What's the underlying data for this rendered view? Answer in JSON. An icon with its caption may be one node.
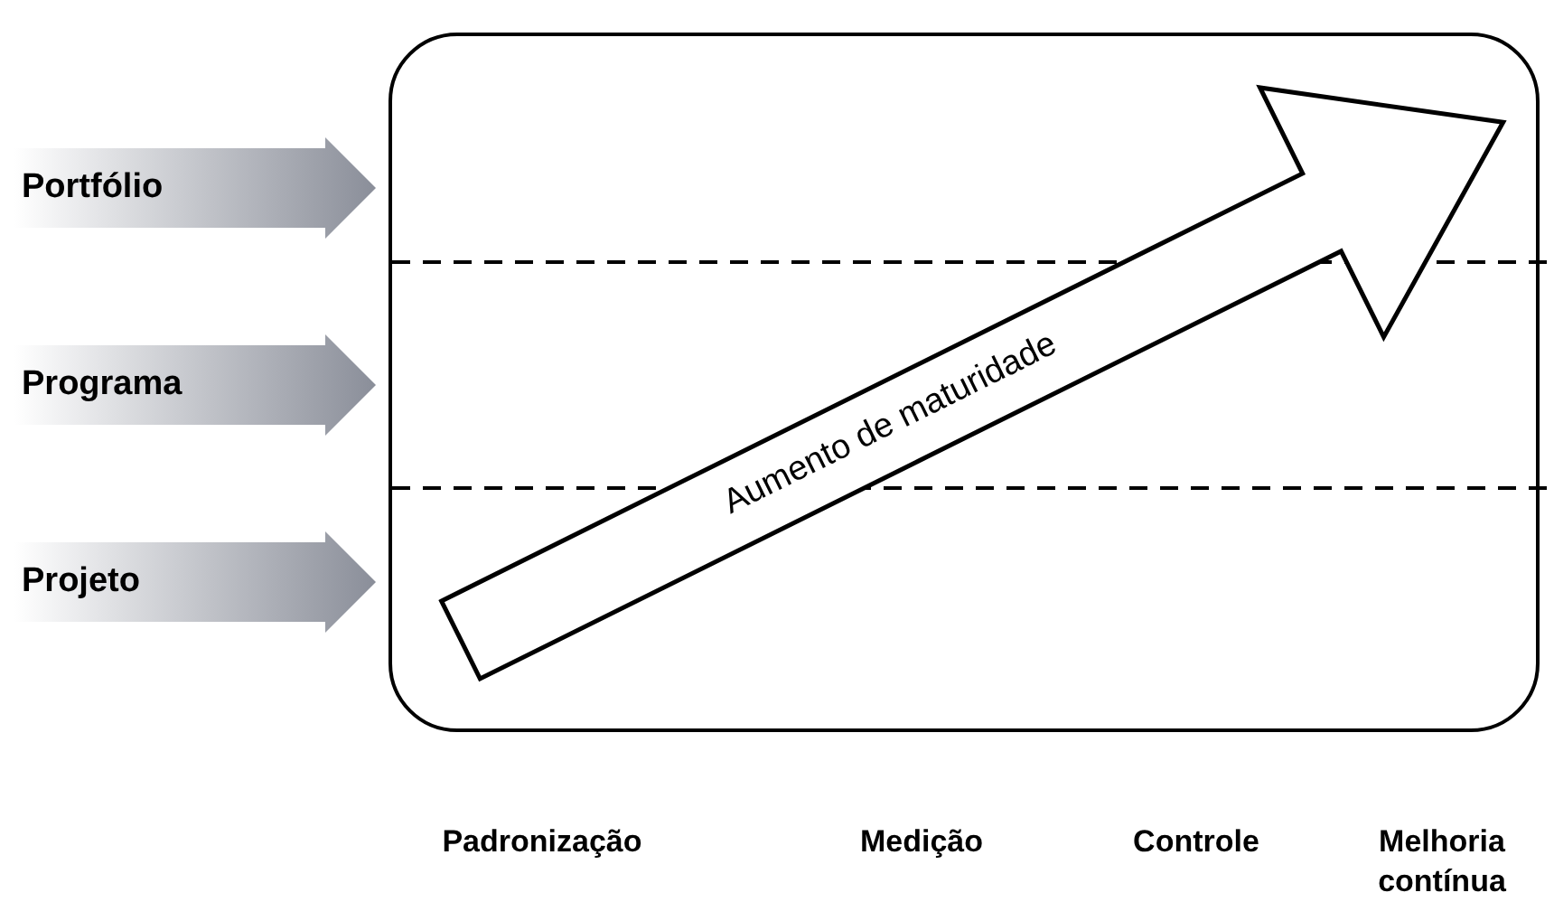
{
  "diagram": {
    "nodes": [
      {
        "text": [
          "Portfólio"
        ]
      },
      {
        "text": [
          "Programa"
        ]
      },
      {
        "text": [
          "Projeto"
        ]
      },
      {
        "text": [],
        "shape": "box"
      },
      {
        "text": [
          "Aumento de maturidade"
        ],
        "in": 3
      }
    ],
    "labels": [
      "Padronização",
      "Medição",
      "Controle",
      "Melhoria contínua"
    ]
  }
}
